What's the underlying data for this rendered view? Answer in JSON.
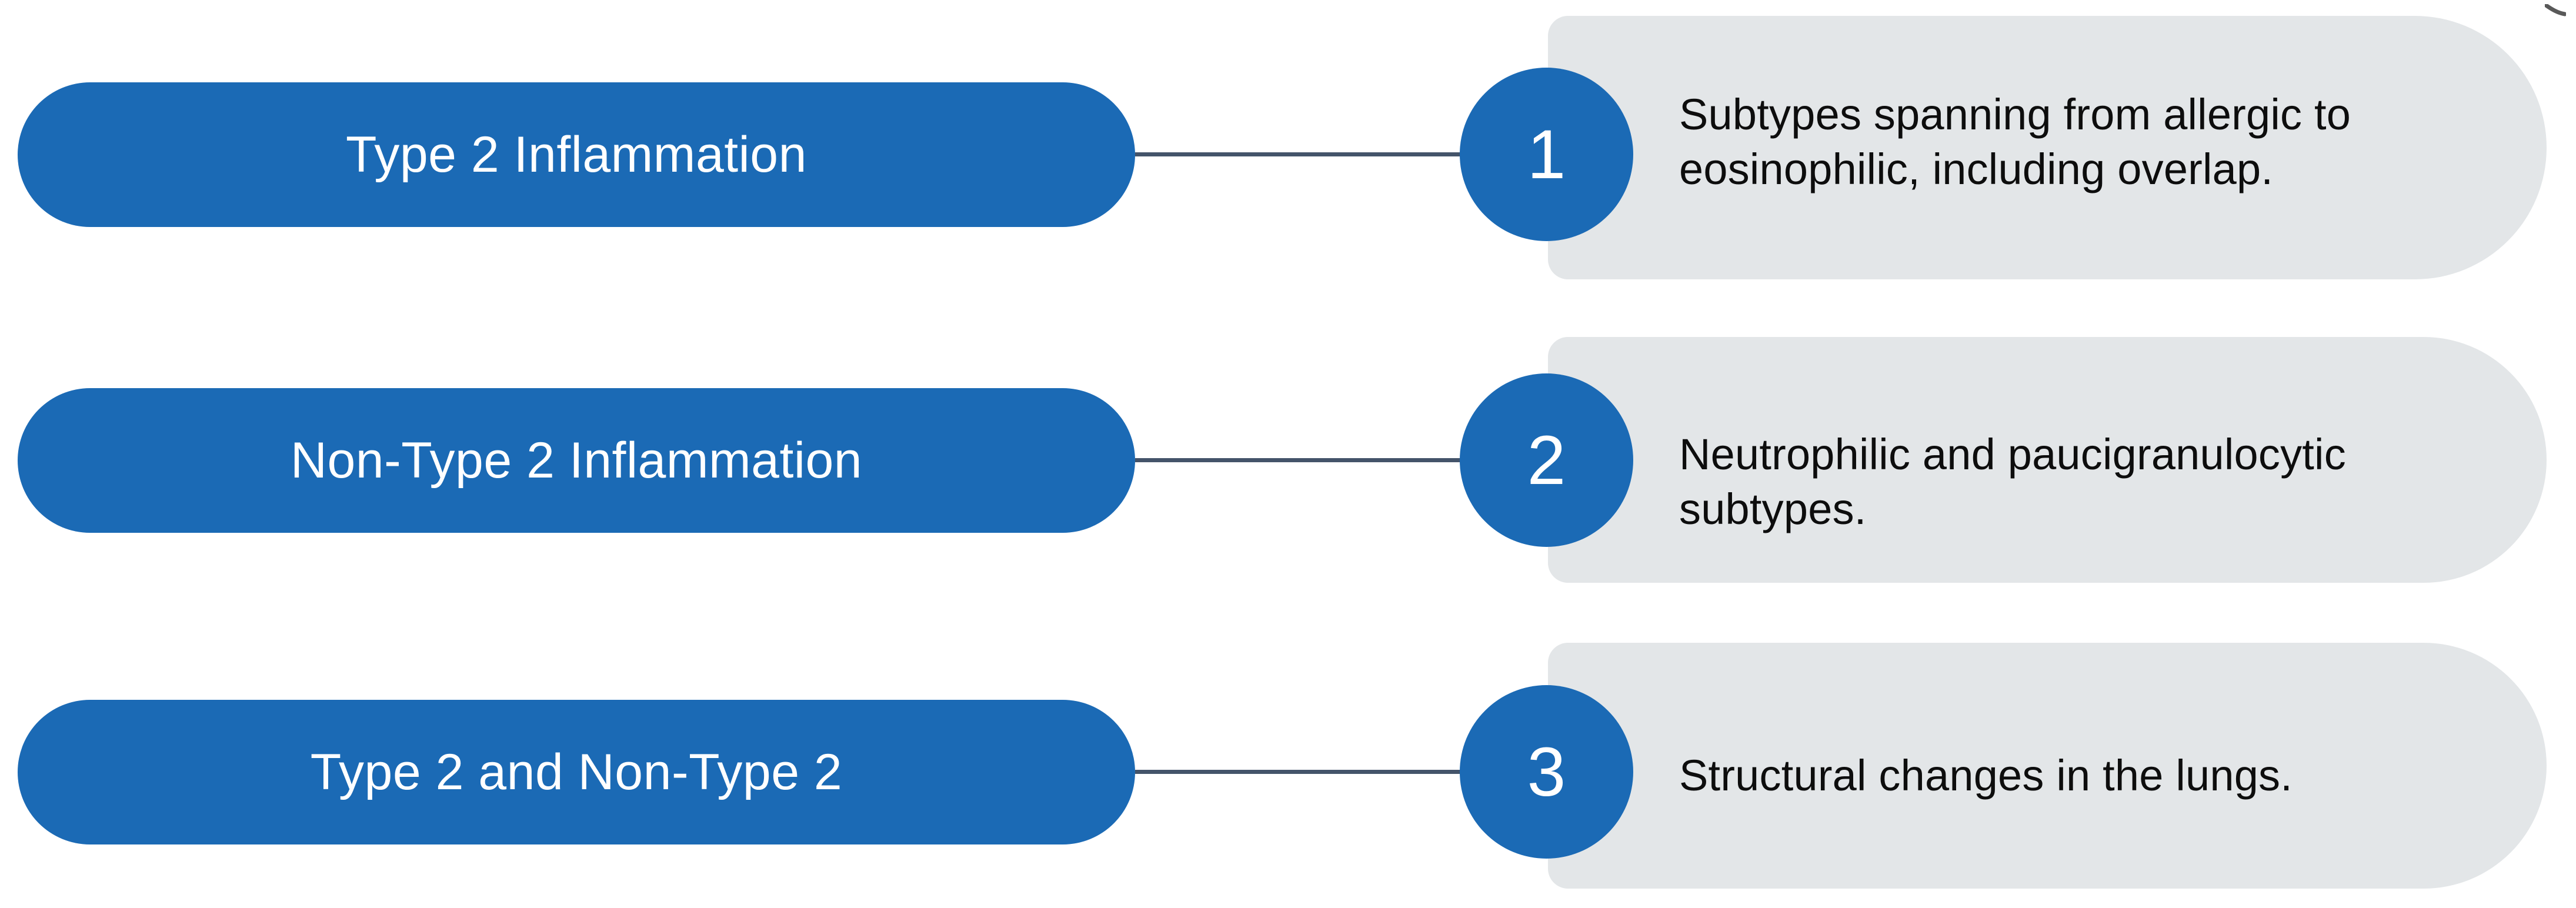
{
  "colors": {
    "brand_blue": "#1B6AB5",
    "panel_grey": "#E3E6E8",
    "connector": "#44546A",
    "text_dark": "#0D0D0D",
    "text_light": "#FFFFFF",
    "background": "#FFFFFF"
  },
  "rows": [
    {
      "number": "1",
      "pill_label": "Type 2 Inflammation",
      "description": "Subtypes spanning from allergic to eosinophilic, including overlap."
    },
    {
      "number": "2",
      "pill_label": "Non-Type 2 Inflammation",
      "description": "Neutrophilic and paucigranulocytic subtypes."
    },
    {
      "number": "3",
      "pill_label": "Type 2 and Non-Type 2",
      "description": "Structural changes in the lungs."
    }
  ]
}
